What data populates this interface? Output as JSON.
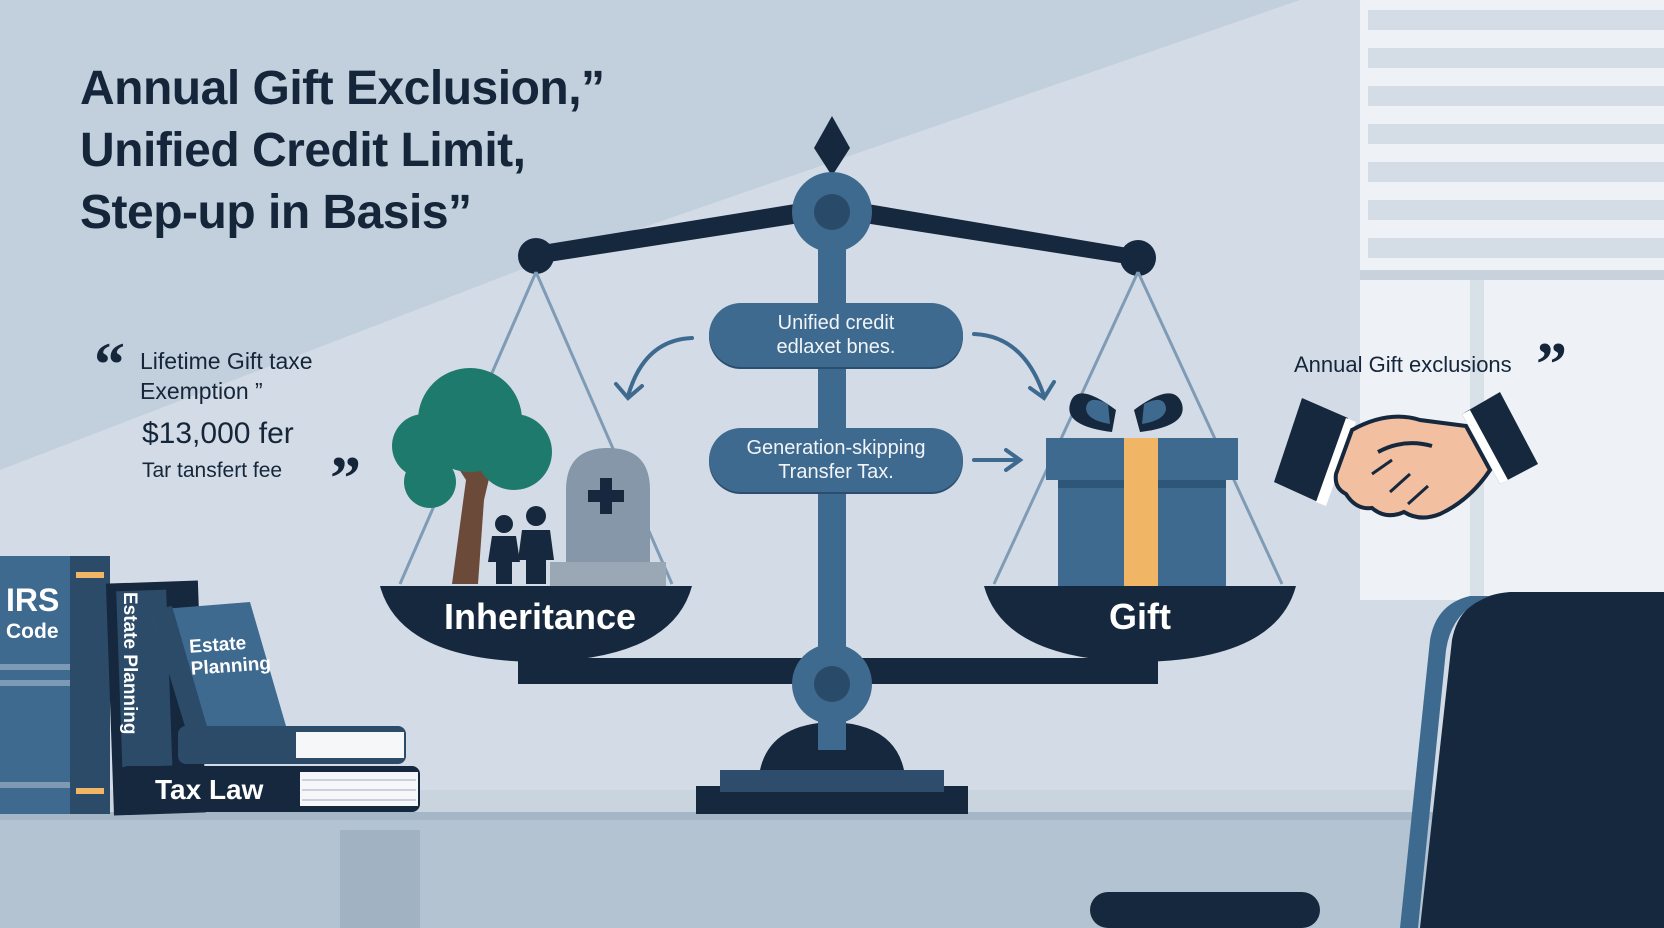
{
  "headline": {
    "line1": "Annual Gift Exclusion,”",
    "line2": "Unified Credit Limit,",
    "line3": "Step-up in Basis”"
  },
  "left_callout": {
    "open_mark": "“",
    "line1": "Lifetime Gift taxe",
    "line2": "Exemption ”",
    "amount": "$13,000 fer",
    "subtext": "Tar tansfert fee",
    "close_mark": "”"
  },
  "right_callout": {
    "text": "Annual Gift exclusions",
    "close_mark": "”"
  },
  "center_labels": {
    "pill1_line1": "Unified credit",
    "pill1_line2": "edlaxet bnes.",
    "pill2_line1": "Generation-skipping",
    "pill2_line2": "Transfer Tax."
  },
  "scale": {
    "left_pan_label": "Inheritance",
    "right_pan_label": "Gift"
  },
  "books": {
    "irs_title": "IRS",
    "irs_subtitle": "Code",
    "estate_spine": "Estate Planning",
    "estate_cover_line1": "Estate",
    "estate_cover_line2": "Planning",
    "tax_law": "Tax Law"
  },
  "icons": [
    "tree-icon",
    "family-icon",
    "gravestone-icon",
    "gift-box-icon",
    "handshake-icon",
    "balance-scale-icon",
    "curved-arrow-icon"
  ],
  "colors": {
    "navy": "#15263a",
    "steel_blue": "#3e6a90",
    "slate": "#5d7e9e",
    "tree_green": "#1f7a6e",
    "ribbon_gold": "#f0b666",
    "skin": "#f3bfa1"
  }
}
